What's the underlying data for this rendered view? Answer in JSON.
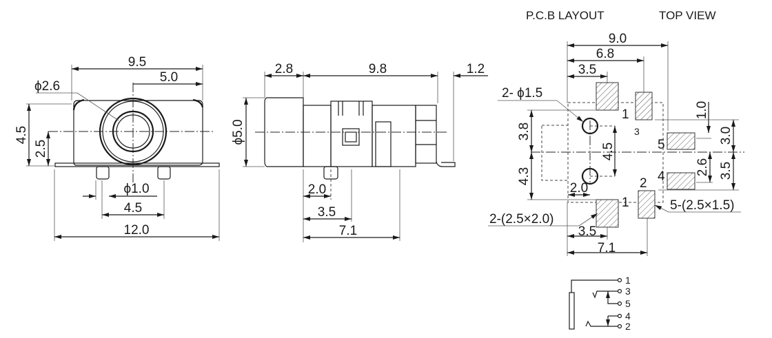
{
  "front_view": {
    "width_overall": "9.5",
    "center_offset": "5.0",
    "hole_dia": "ϕ2.6",
    "height": "4.5",
    "center_height": "2.5",
    "pin_dia": "ϕ1.0",
    "pin_pitch": "4.5",
    "tab_width": "12.0"
  },
  "side_view": {
    "barrel_length": "2.8",
    "body_length": "9.8",
    "tab_offset": "1.2",
    "barrel_dia": "ϕ5.0",
    "pin_offset": "2.0",
    "ref_3_5": "3.5",
    "ref_7_1": "7.1"
  },
  "pcb_layout": {
    "title_left": "P.C.B LAYOUT",
    "title_right": "TOP VIEW",
    "dim_9_0": "9.0",
    "dim_6_8": "6.8",
    "dim_3_5_top": "3.5",
    "holes_note": "2- ϕ1.5",
    "dim_3_8": "3.8",
    "dim_4_3": "4.3",
    "dim_4_5": "4.5",
    "dim_2_0": "2.0",
    "dim_1_0": "1.0",
    "dim_3_0": "3.0",
    "dim_2_6": "2.6",
    "dim_3_5_right": "3.5",
    "small_pads_note": "5-(2.5×1.5)",
    "big_pads_note": "2-(2.5×2.0)",
    "dim_3_5_bottom": "3.5",
    "dim_7_1": "7.1",
    "pad_labels": [
      "1",
      "3",
      "5",
      "4",
      "2",
      "1"
    ]
  },
  "schematic": {
    "pins": [
      "1",
      "3",
      "5",
      "4",
      "2"
    ]
  }
}
